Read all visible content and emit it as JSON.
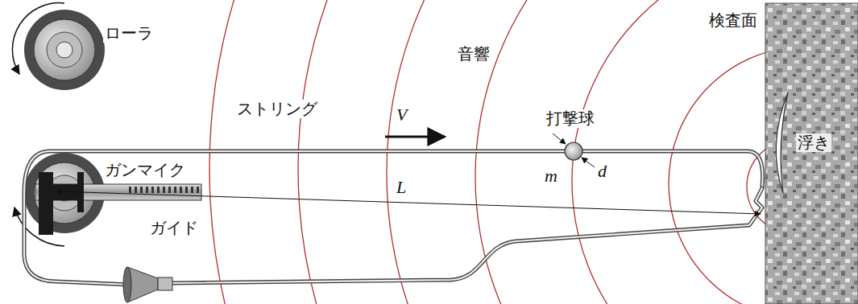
{
  "diagram": {
    "labels": [
      "ローラ",
      "ストリング",
      "V",
      "音響",
      "検査面",
      "打撃球",
      "浮き",
      "ガンマイク",
      "m",
      "d",
      "L",
      "ガイド"
    ]
  }
}
